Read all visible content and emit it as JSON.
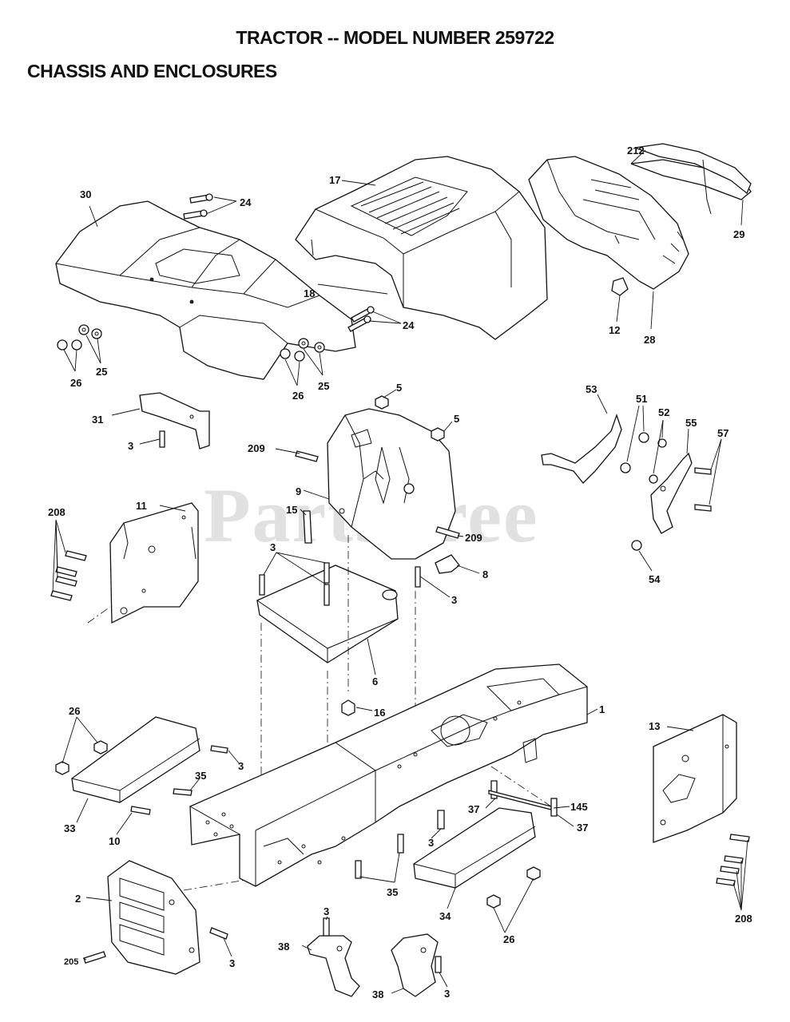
{
  "header": {
    "title": "TRACTOR -- MODEL NUMBER 259722",
    "subtitle": "CHASSIS AND ENCLOSURES"
  },
  "watermark": "PartsTree",
  "callouts": [
    {
      "id": "c30",
      "text": "30"
    },
    {
      "id": "c24a",
      "text": "24"
    },
    {
      "id": "c17",
      "text": "17"
    },
    {
      "id": "c212",
      "text": "212"
    },
    {
      "id": "c29",
      "text": "29"
    },
    {
      "id": "c18",
      "text": "18"
    },
    {
      "id": "c24b",
      "text": "24"
    },
    {
      "id": "c12",
      "text": "12"
    },
    {
      "id": "c28",
      "text": "28"
    },
    {
      "id": "c26a",
      "text": "26"
    },
    {
      "id": "c25a",
      "text": "25"
    },
    {
      "id": "c26b",
      "text": "26"
    },
    {
      "id": "c25b",
      "text": "25"
    },
    {
      "id": "c5a",
      "text": "5"
    },
    {
      "id": "c5b",
      "text": "5"
    },
    {
      "id": "c53",
      "text": "53"
    },
    {
      "id": "c51",
      "text": "51"
    },
    {
      "id": "c52",
      "text": "52"
    },
    {
      "id": "c55",
      "text": "55"
    },
    {
      "id": "c57",
      "text": "57"
    },
    {
      "id": "c31",
      "text": "31"
    },
    {
      "id": "c3a",
      "text": "3"
    },
    {
      "id": "c209a",
      "text": "209"
    },
    {
      "id": "c9",
      "text": "9"
    },
    {
      "id": "c15",
      "text": "15"
    },
    {
      "id": "c209b",
      "text": "209"
    },
    {
      "id": "c208a",
      "text": "208"
    },
    {
      "id": "c11",
      "text": "11"
    },
    {
      "id": "c54",
      "text": "54"
    },
    {
      "id": "c3b",
      "text": "3"
    },
    {
      "id": "c8",
      "text": "8"
    },
    {
      "id": "c3c",
      "text": "3"
    },
    {
      "id": "c6",
      "text": "6"
    },
    {
      "id": "c16",
      "text": "16"
    },
    {
      "id": "c1",
      "text": "1"
    },
    {
      "id": "c26c",
      "text": "26"
    },
    {
      "id": "c13",
      "text": "13"
    },
    {
      "id": "c3d",
      "text": "3"
    },
    {
      "id": "c35a",
      "text": "35"
    },
    {
      "id": "c37a",
      "text": "37"
    },
    {
      "id": "c145",
      "text": "145"
    },
    {
      "id": "c33",
      "text": "33"
    },
    {
      "id": "c37b",
      "text": "37"
    },
    {
      "id": "c10",
      "text": "10"
    },
    {
      "id": "c3e",
      "text": "3"
    },
    {
      "id": "c2",
      "text": "2"
    },
    {
      "id": "c35b",
      "text": "35"
    },
    {
      "id": "c34",
      "text": "34"
    },
    {
      "id": "c208b",
      "text": "208"
    },
    {
      "id": "c3f",
      "text": "3"
    },
    {
      "id": "c26d",
      "text": "26"
    },
    {
      "id": "c205",
      "text": "205"
    },
    {
      "id": "c3g",
      "text": "3"
    },
    {
      "id": "c38a",
      "text": "38"
    },
    {
      "id": "c3h",
      "text": "3"
    },
    {
      "id": "c38b",
      "text": "38"
    }
  ]
}
